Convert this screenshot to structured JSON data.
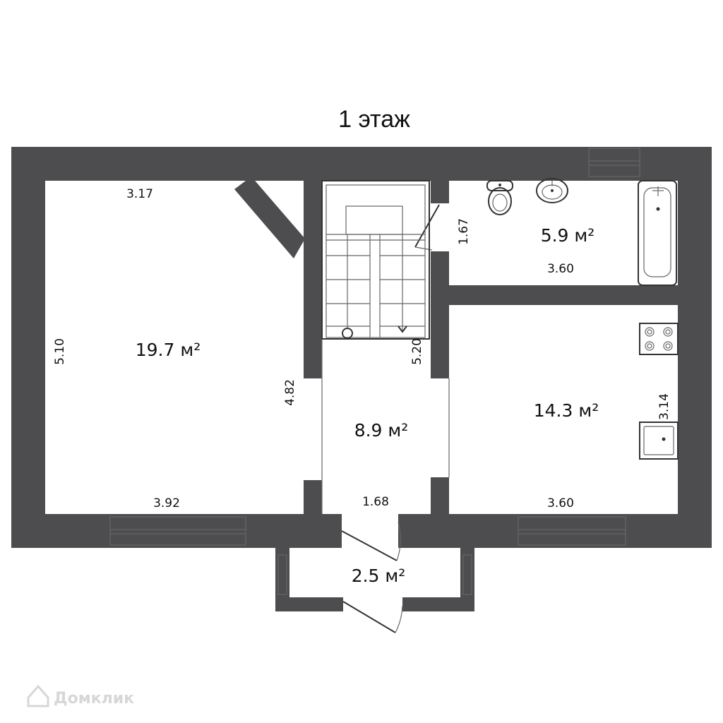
{
  "title": "1 этаж",
  "rooms": {
    "living": {
      "area": "19.7 м²",
      "width_top": "3.17",
      "width_bottom": "3.92",
      "height_left": "5.10",
      "height_right": "4.82"
    },
    "hall": {
      "area": "8.9 м²",
      "width": "1.68",
      "height": "5.20"
    },
    "bathroom": {
      "area": "5.9 м²",
      "width": "3.60",
      "height": "1.67"
    },
    "kitchen": {
      "area": "14.3 м²",
      "width": "3.60",
      "height": "3.14"
    },
    "vestibule": {
      "area": "2.5 м²"
    }
  },
  "fixtures": [
    "toilet-icon",
    "sink-icon",
    "bathtub-icon",
    "stove-icon",
    "kitchen-sink-icon",
    "staircase-icon"
  ],
  "watermark": "Домклик",
  "colors": {
    "wall": "#4d4d4f",
    "background": "#ffffff"
  }
}
